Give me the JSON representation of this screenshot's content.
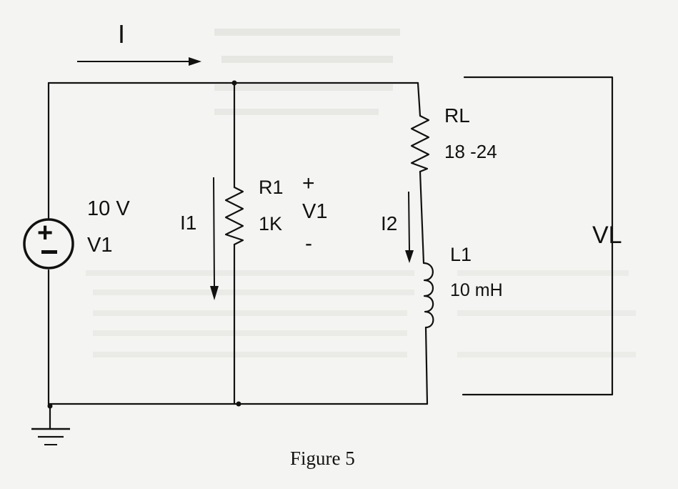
{
  "diagram": {
    "figure_caption": "Figure 5",
    "current_total_label": "I",
    "source": {
      "value": "10 V",
      "name": "V1",
      "plus_sign": "+",
      "minus_sign": "-"
    },
    "r1": {
      "name": "R1",
      "value": "1K"
    },
    "v1_measure": {
      "plus": "+",
      "name": "V1",
      "minus": "-"
    },
    "i1_label": "I1",
    "i2_label": "I2",
    "rl": {
      "name": "RL",
      "value": "18 -24"
    },
    "l1": {
      "name": "L1",
      "value": "10 mH"
    },
    "vl_label": "VL"
  },
  "colors": {
    "ink": "#111111",
    "paper": "#f4f4f2"
  }
}
